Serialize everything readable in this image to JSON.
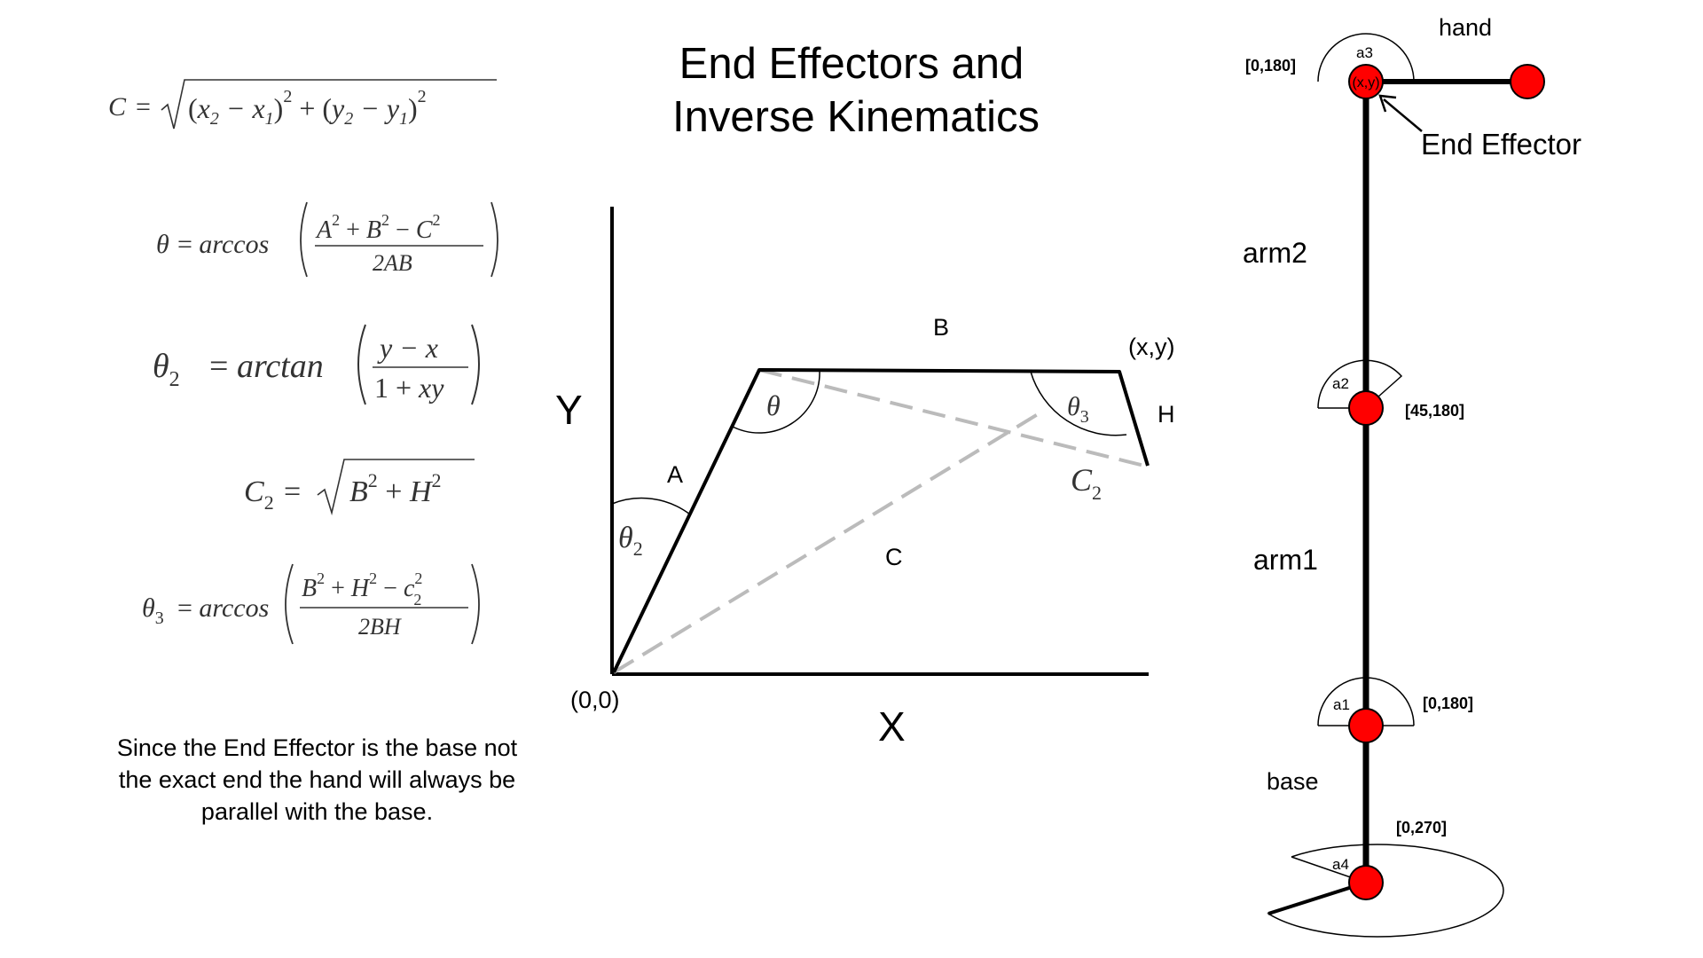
{
  "title": {
    "line1": "End Effectors and",
    "line2": "Inverse Kinematics"
  },
  "formulas": [
    {
      "lhs": "C",
      "text": "C = √((x₂ − x₁)² + (y₂ − y₁)²)"
    },
    {
      "lhs": "θ",
      "text": "θ = arccos((A² + B² − C²) / 2AB)"
    },
    {
      "lhs": "θ₂",
      "text": "θ₂ = arctan((y − x) / (1 + xy))"
    },
    {
      "lhs": "C₂",
      "text": "C₂ = √(B² + H²)"
    },
    {
      "lhs": "θ₃",
      "text": "θ₃ = arccos((B² + H² − C₂²) / 2BH)"
    }
  ],
  "note": "Since the End Effector is the base not the exact end the hand will always be parallel with the base.",
  "geometry_diagram": {
    "axis_y": "Y",
    "axis_x": "X",
    "origin": "(0,0)",
    "endpoint": "(x,y)",
    "segments": {
      "A": "A",
      "B": "B",
      "C": "C",
      "H": "H",
      "C2": "C₂"
    },
    "angles": {
      "theta": "θ",
      "theta2": "θ₂",
      "theta3": "θ₃"
    },
    "colors": {
      "solid": "#000000",
      "dashed": "#bbbbbb"
    }
  },
  "robot_arm": {
    "labels": {
      "hand": "hand",
      "end_effector": "End Effector",
      "end_effector_point": "(x,y)",
      "arm2": "arm2",
      "arm1": "arm1",
      "base": "base"
    },
    "joints": [
      {
        "name": "a3",
        "range": "[0,180]"
      },
      {
        "name": "a2",
        "range": "[45,180]"
      },
      {
        "name": "a1",
        "range": "[0,180]"
      },
      {
        "name": "a4",
        "range": "[0,270]"
      }
    ],
    "colors": {
      "joint": "#ff0000",
      "link": "#000000"
    }
  }
}
